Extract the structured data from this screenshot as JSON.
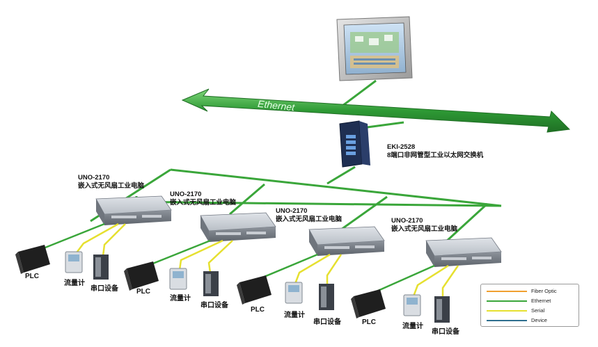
{
  "network": {
    "backbone_label": "Ethernet",
    "switch": {
      "model": "EKI-2528",
      "description": "8端口非网管型工业以太网交换机"
    },
    "controllers": [
      {
        "model": "UNO-2170",
        "description": "嵌入式无风扇工业电脑"
      },
      {
        "model": "UNO-2170",
        "description": "嵌入式无风扇工业电脑"
      },
      {
        "model": "UNO-2170",
        "description": "嵌入式无风扇工业电脑"
      },
      {
        "model": "UNO-2170",
        "description": "嵌入式无风扇工业电脑"
      }
    ],
    "field_devices": [
      {
        "plc": "PLC",
        "flowmeter": "流量计",
        "serial": "串口设备"
      },
      {
        "plc": "PLC",
        "flowmeter": "流量计",
        "serial": "串口设备"
      },
      {
        "plc": "PLC",
        "flowmeter": "流量计",
        "serial": "串口设备"
      },
      {
        "plc": "PLC",
        "flowmeter": "流量计",
        "serial": "串口设备"
      }
    ]
  },
  "legend": {
    "items": [
      {
        "label": "Fiber Optic",
        "color": "#f0a030"
      },
      {
        "label": "Ethernet",
        "color": "#3aa63a"
      },
      {
        "label": "Serial",
        "color": "#e6e030"
      },
      {
        "label": "Device",
        "color": "#2f6f8f"
      }
    ]
  },
  "colors": {
    "ethernet": "#3aa63a",
    "serial": "#e6e030",
    "backbone": "#2e9a35"
  }
}
